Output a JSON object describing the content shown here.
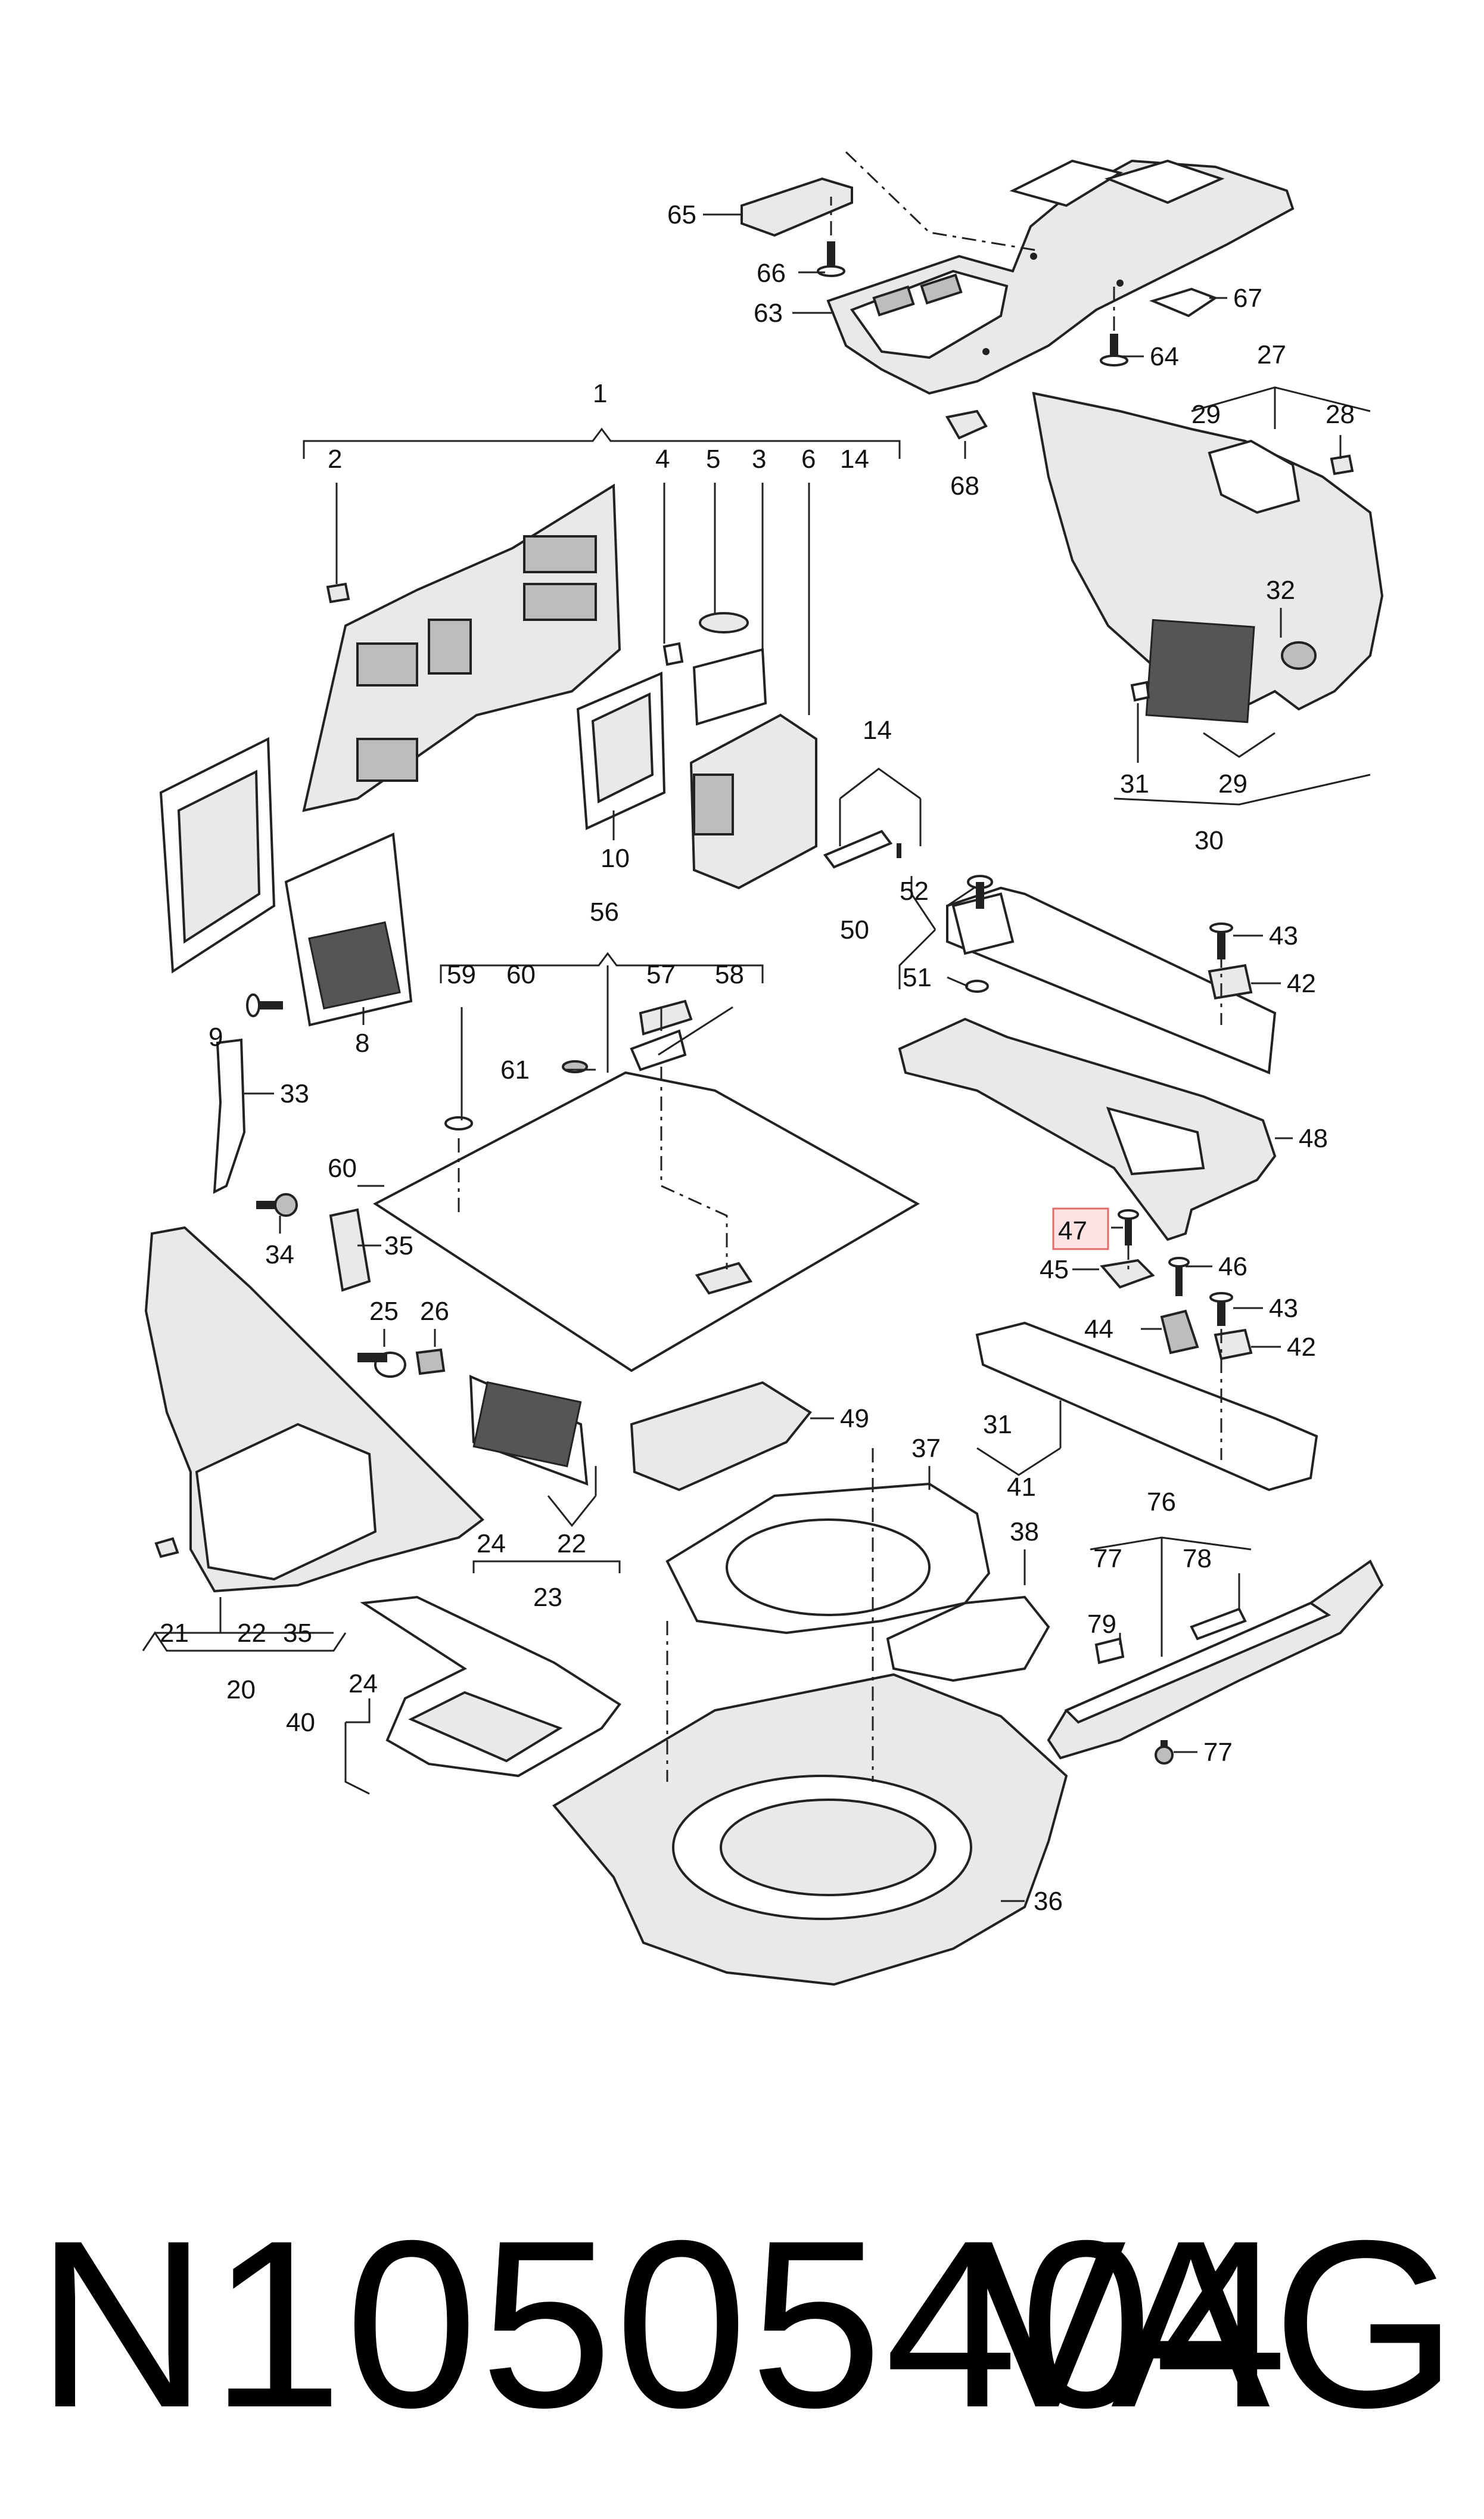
{
  "callouts": {
    "c1": "1",
    "c2": "2",
    "c3": "3",
    "c4": "4",
    "c5": "5",
    "c6": "6",
    "c8": "8",
    "c9": "9",
    "c10": "10",
    "c14a": "14",
    "c14b": "14",
    "c20": "20",
    "c21": "21",
    "c22a": "22",
    "c22b": "22",
    "c23": "23",
    "c24a": "24",
    "c24b": "24",
    "c25": "25",
    "c26": "26",
    "c27": "27",
    "c28": "28",
    "c29a": "29",
    "c29b": "29",
    "c30": "30",
    "c31a": "31",
    "c31b": "31",
    "c32": "32",
    "c33": "33",
    "c34": "34",
    "c35a": "35",
    "c35b": "35",
    "c36": "36",
    "c37": "37",
    "c38": "38",
    "c40": "40",
    "c41": "41",
    "c42a": "42",
    "c42b": "42",
    "c43a": "43",
    "c43b": "43",
    "c44": "44",
    "c45": "45",
    "c46": "46",
    "c47": "47",
    "c48": "48",
    "c49": "49",
    "c50": "50",
    "c51": "51",
    "c52": "52",
    "c56": "56",
    "c57": "57",
    "c58": "58",
    "c59": "59",
    "c60a": "60",
    "c60b": "60",
    "c61": "61",
    "c63": "63",
    "c64": "64",
    "c65": "65",
    "c66": "66",
    "c67": "67",
    "c68": "68",
    "c76": "76",
    "c77a": "77",
    "c77b": "77",
    "c78": "78",
    "c79": "79"
  },
  "highlighted_callout": "47",
  "colors": {
    "highlight_fill": "#fde3e3",
    "highlight_border": "#e26b6b",
    "line": "#222222"
  },
  "footer": {
    "part_number": "N10505404",
    "brand": "VAG"
  }
}
